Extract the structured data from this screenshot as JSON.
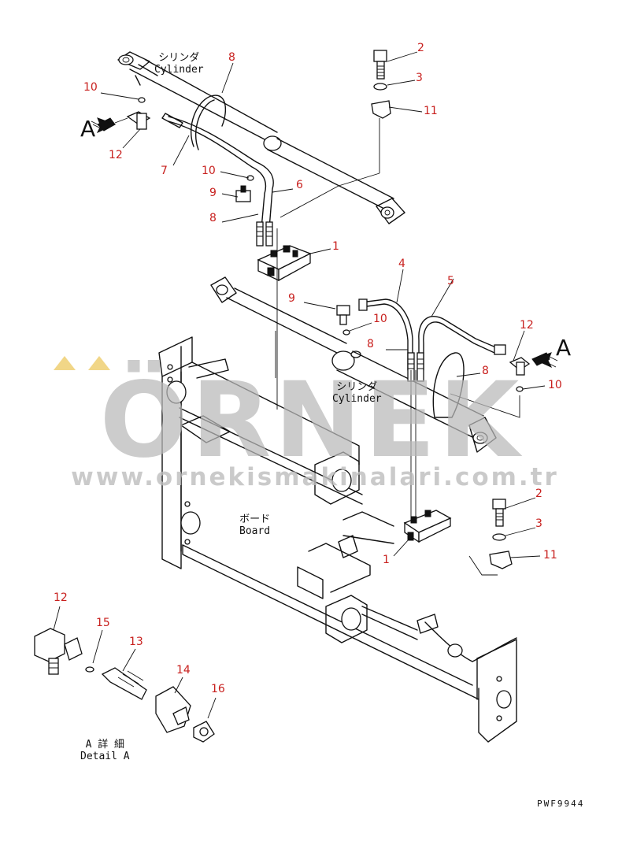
{
  "labels": {
    "cylinder_upper_jp": "シリンダ",
    "cylinder_upper_en": "Cylinder",
    "cylinder_lower_jp": "シリンダ",
    "cylinder_lower_en": "Cylinder",
    "board_jp": "ボード",
    "board_en": "Board",
    "detail_jp": "A 詳 細",
    "detail_en": "Detail A",
    "view_left": "A",
    "view_right": "A",
    "drawing_code": "PWF9944"
  },
  "callouts": {
    "c2_top": "2",
    "c3_top": "3",
    "c11_top": "11",
    "c8_top": "8",
    "c10_left": "10",
    "c12_left": "12",
    "c7": "7",
    "c10_mid": "10",
    "c6": "6",
    "c9_upper": "9",
    "c8_upper": "8",
    "c1_upper": "1",
    "c4": "4",
    "c5": "5",
    "c9_mid": "9",
    "c10_center": "10",
    "c12_right": "12",
    "c8_center": "8",
    "c8_right": "8",
    "c10_right": "10",
    "c2_lower": "2",
    "c3_lower": "3",
    "c11_lower": "11",
    "c1_lower": "1",
    "c12_detail": "12",
    "c15": "15",
    "c13": "13",
    "c14": "14",
    "c16": "16"
  },
  "watermark": {
    "name": "ÖRNEK",
    "url": "www.ornekismakinalari.com.tr"
  },
  "colors": {
    "callout": "#c8201e",
    "linework": "#111111",
    "watermark": "#b9b9b9"
  }
}
